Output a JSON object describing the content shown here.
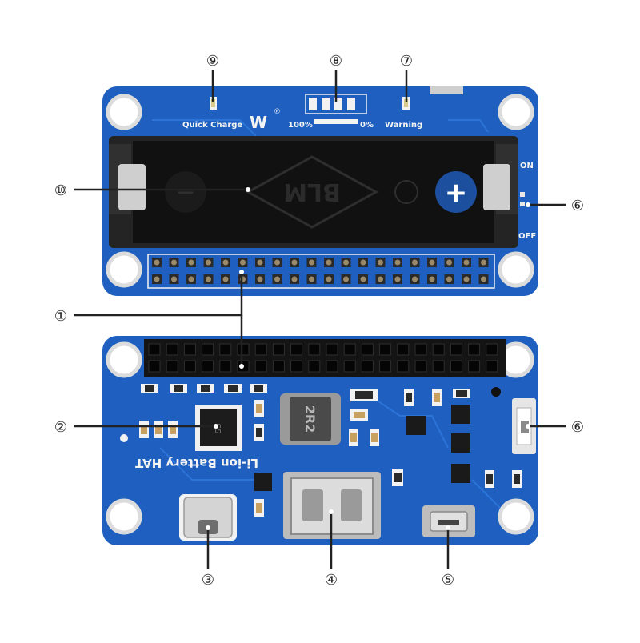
{
  "colors": {
    "pcb": "#1e5fc0",
    "pcb_edge": "#17489a",
    "trace": "#2d74d8",
    "holder": "#242424",
    "holder_inner": "#111111",
    "header": "#141414",
    "pin": "#9a8a6a",
    "silk": "#f4f4f4",
    "pad": "#f2f2f2",
    "metal": "#cfcfcf",
    "callout": "#222222"
  },
  "silkscreen": {
    "quick_charge": "Quick Charge",
    "logo": "W",
    "percent_full": "100%",
    "percent_empty": "0%",
    "warning": "Warning",
    "on": "ON",
    "off": "OFF",
    "holder_brand": "BLM",
    "product_name": "Li-ion Battery HAT",
    "inductor": "2R2",
    "chip": "SS",
    "registered": "®",
    "plus": "+",
    "minus": "−"
  },
  "callouts": {
    "c1": "①",
    "c2": "②",
    "c3": "③",
    "c4": "④",
    "c5": "⑤",
    "c6_top": "⑥",
    "c6_bottom": "⑥",
    "c7": "⑦",
    "c8": "⑧",
    "c9": "⑨",
    "c10": "⑩"
  }
}
